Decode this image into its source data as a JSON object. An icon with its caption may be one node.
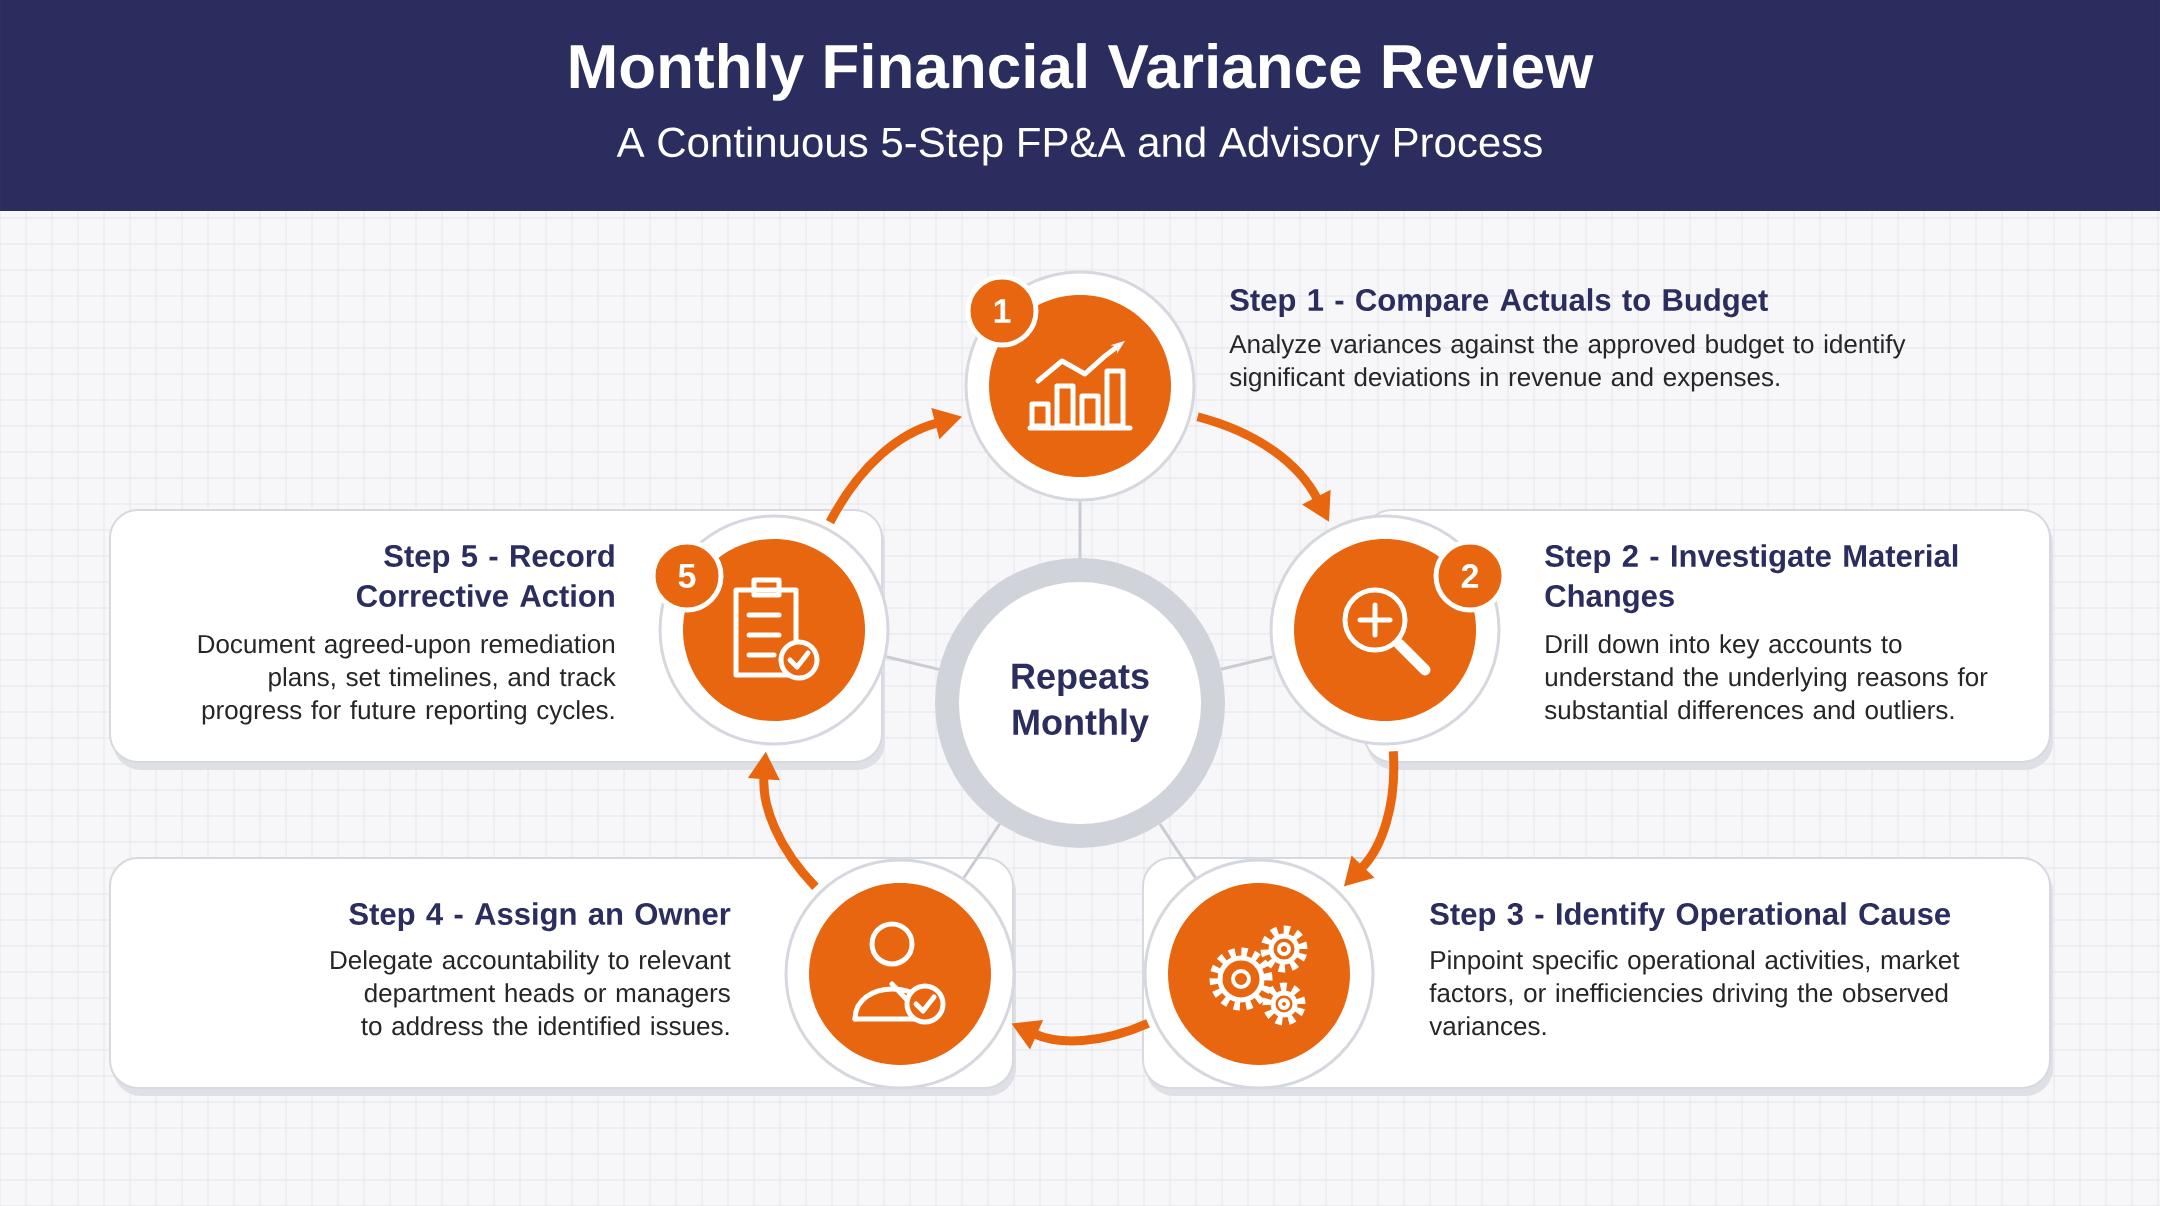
{
  "diagram": {
    "title": "Monthly Financial Variance Review",
    "caption": "A Continuous 5-Step FP&A and Advisory Process",
    "nodes": [
      {
        "text": [
          "Repeats Monthly"
        ]
      },
      {
        "text": [
          "1"
        ],
        "beside": [
          "Step 1 - Compare Actuals to Budget",
          "Analyze variances against the approved budget to identify significant deviations in revenue and expenses."
        ]
      },
      {
        "text": [
          "2"
        ],
        "beside": [
          "Step 2 - Investigate Material Changes",
          "Drill down into key accounts to understand the underlying reasons for substantial differences and outliers."
        ]
      },
      {
        "text": [],
        "shape": "circle",
        "beside": [
          "Step 3 - Identify Operational Cause",
          "Pinpoint specific operational activities, market factors, or inefficiencies driving the observed variances."
        ]
      },
      {
        "text": [],
        "shape": "circle",
        "beside": [
          "Step 4 - Assign an Owner",
          "Delegate accountability to relevant department heads or managers to address the identified issues."
        ]
      },
      {
        "text": [
          "5"
        ],
        "beside": [
          "Step 5 - Record Corrective Action",
          "Document agreed-upon remediation plans, set timelines, and track progress for future reporting cycles."
        ]
      }
    ],
    "edges": [
      {
        "from": 1,
        "to": 2,
        "arrow": "to",
        "style": "thick",
        "color": "#e8660f"
      },
      {
        "from": 2,
        "to": 3,
        "arrow": "to",
        "style": "thick",
        "color": "#e8660f"
      },
      {
        "from": 3,
        "to": 4,
        "arrow": "to",
        "style": "thick",
        "color": "#e8660f"
      },
      {
        "from": 4,
        "to": 5,
        "arrow": "to",
        "style": "thick",
        "color": "#e8660f"
      },
      {
        "from": 5,
        "to": 1,
        "arrow": "to",
        "style": "thick",
        "color": "#e8660f"
      },
      {
        "from": 0,
        "to": 1,
        "arrow": "none",
        "color": "#c9ccd3"
      },
      {
        "from": 0,
        "to": 2,
        "arrow": "none",
        "color": "#c9ccd3"
      },
      {
        "from": 0,
        "to": 3,
        "arrow": "none",
        "color": "#c9ccd3"
      },
      {
        "from": 0,
        "to": 4,
        "arrow": "none",
        "color": "#c9ccd3"
      },
      {
        "from": 0,
        "to": 5,
        "arrow": "none",
        "color": "#c9ccd3"
      }
    ]
  }
}
